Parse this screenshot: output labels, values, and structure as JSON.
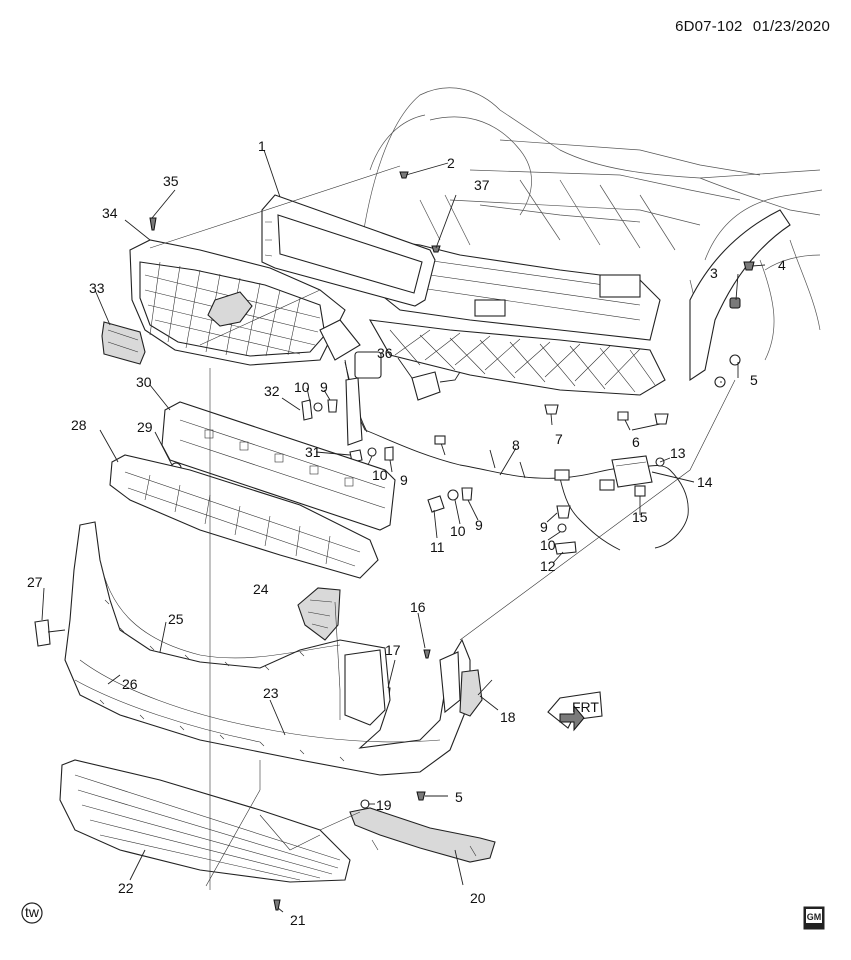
{
  "header": {
    "code": "6D07-102",
    "date": "01/23/2020"
  },
  "direction_label": "FRT",
  "tw_badge": "tw",
  "gm_logo": "GM",
  "callouts": [
    {
      "n": "1"
    },
    {
      "n": "2"
    },
    {
      "n": "3"
    },
    {
      "n": "4"
    },
    {
      "n": "5"
    },
    {
      "n": "5"
    },
    {
      "n": "5"
    },
    {
      "n": "6"
    },
    {
      "n": "7"
    },
    {
      "n": "8"
    },
    {
      "n": "9"
    },
    {
      "n": "9"
    },
    {
      "n": "9"
    },
    {
      "n": "9"
    },
    {
      "n": "10"
    },
    {
      "n": "10"
    },
    {
      "n": "10"
    },
    {
      "n": "10"
    },
    {
      "n": "11"
    },
    {
      "n": "12"
    },
    {
      "n": "13"
    },
    {
      "n": "14"
    },
    {
      "n": "15"
    },
    {
      "n": "16"
    },
    {
      "n": "17"
    },
    {
      "n": "18"
    },
    {
      "n": "19"
    },
    {
      "n": "20"
    },
    {
      "n": "21"
    },
    {
      "n": "22"
    },
    {
      "n": "23"
    },
    {
      "n": "24"
    },
    {
      "n": "25"
    },
    {
      "n": "26"
    },
    {
      "n": "27"
    },
    {
      "n": "28"
    },
    {
      "n": "29"
    },
    {
      "n": "30"
    },
    {
      "n": "31"
    },
    {
      "n": "32"
    },
    {
      "n": "33"
    },
    {
      "n": "34"
    },
    {
      "n": "35"
    },
    {
      "n": "36"
    },
    {
      "n": "37"
    }
  ]
}
